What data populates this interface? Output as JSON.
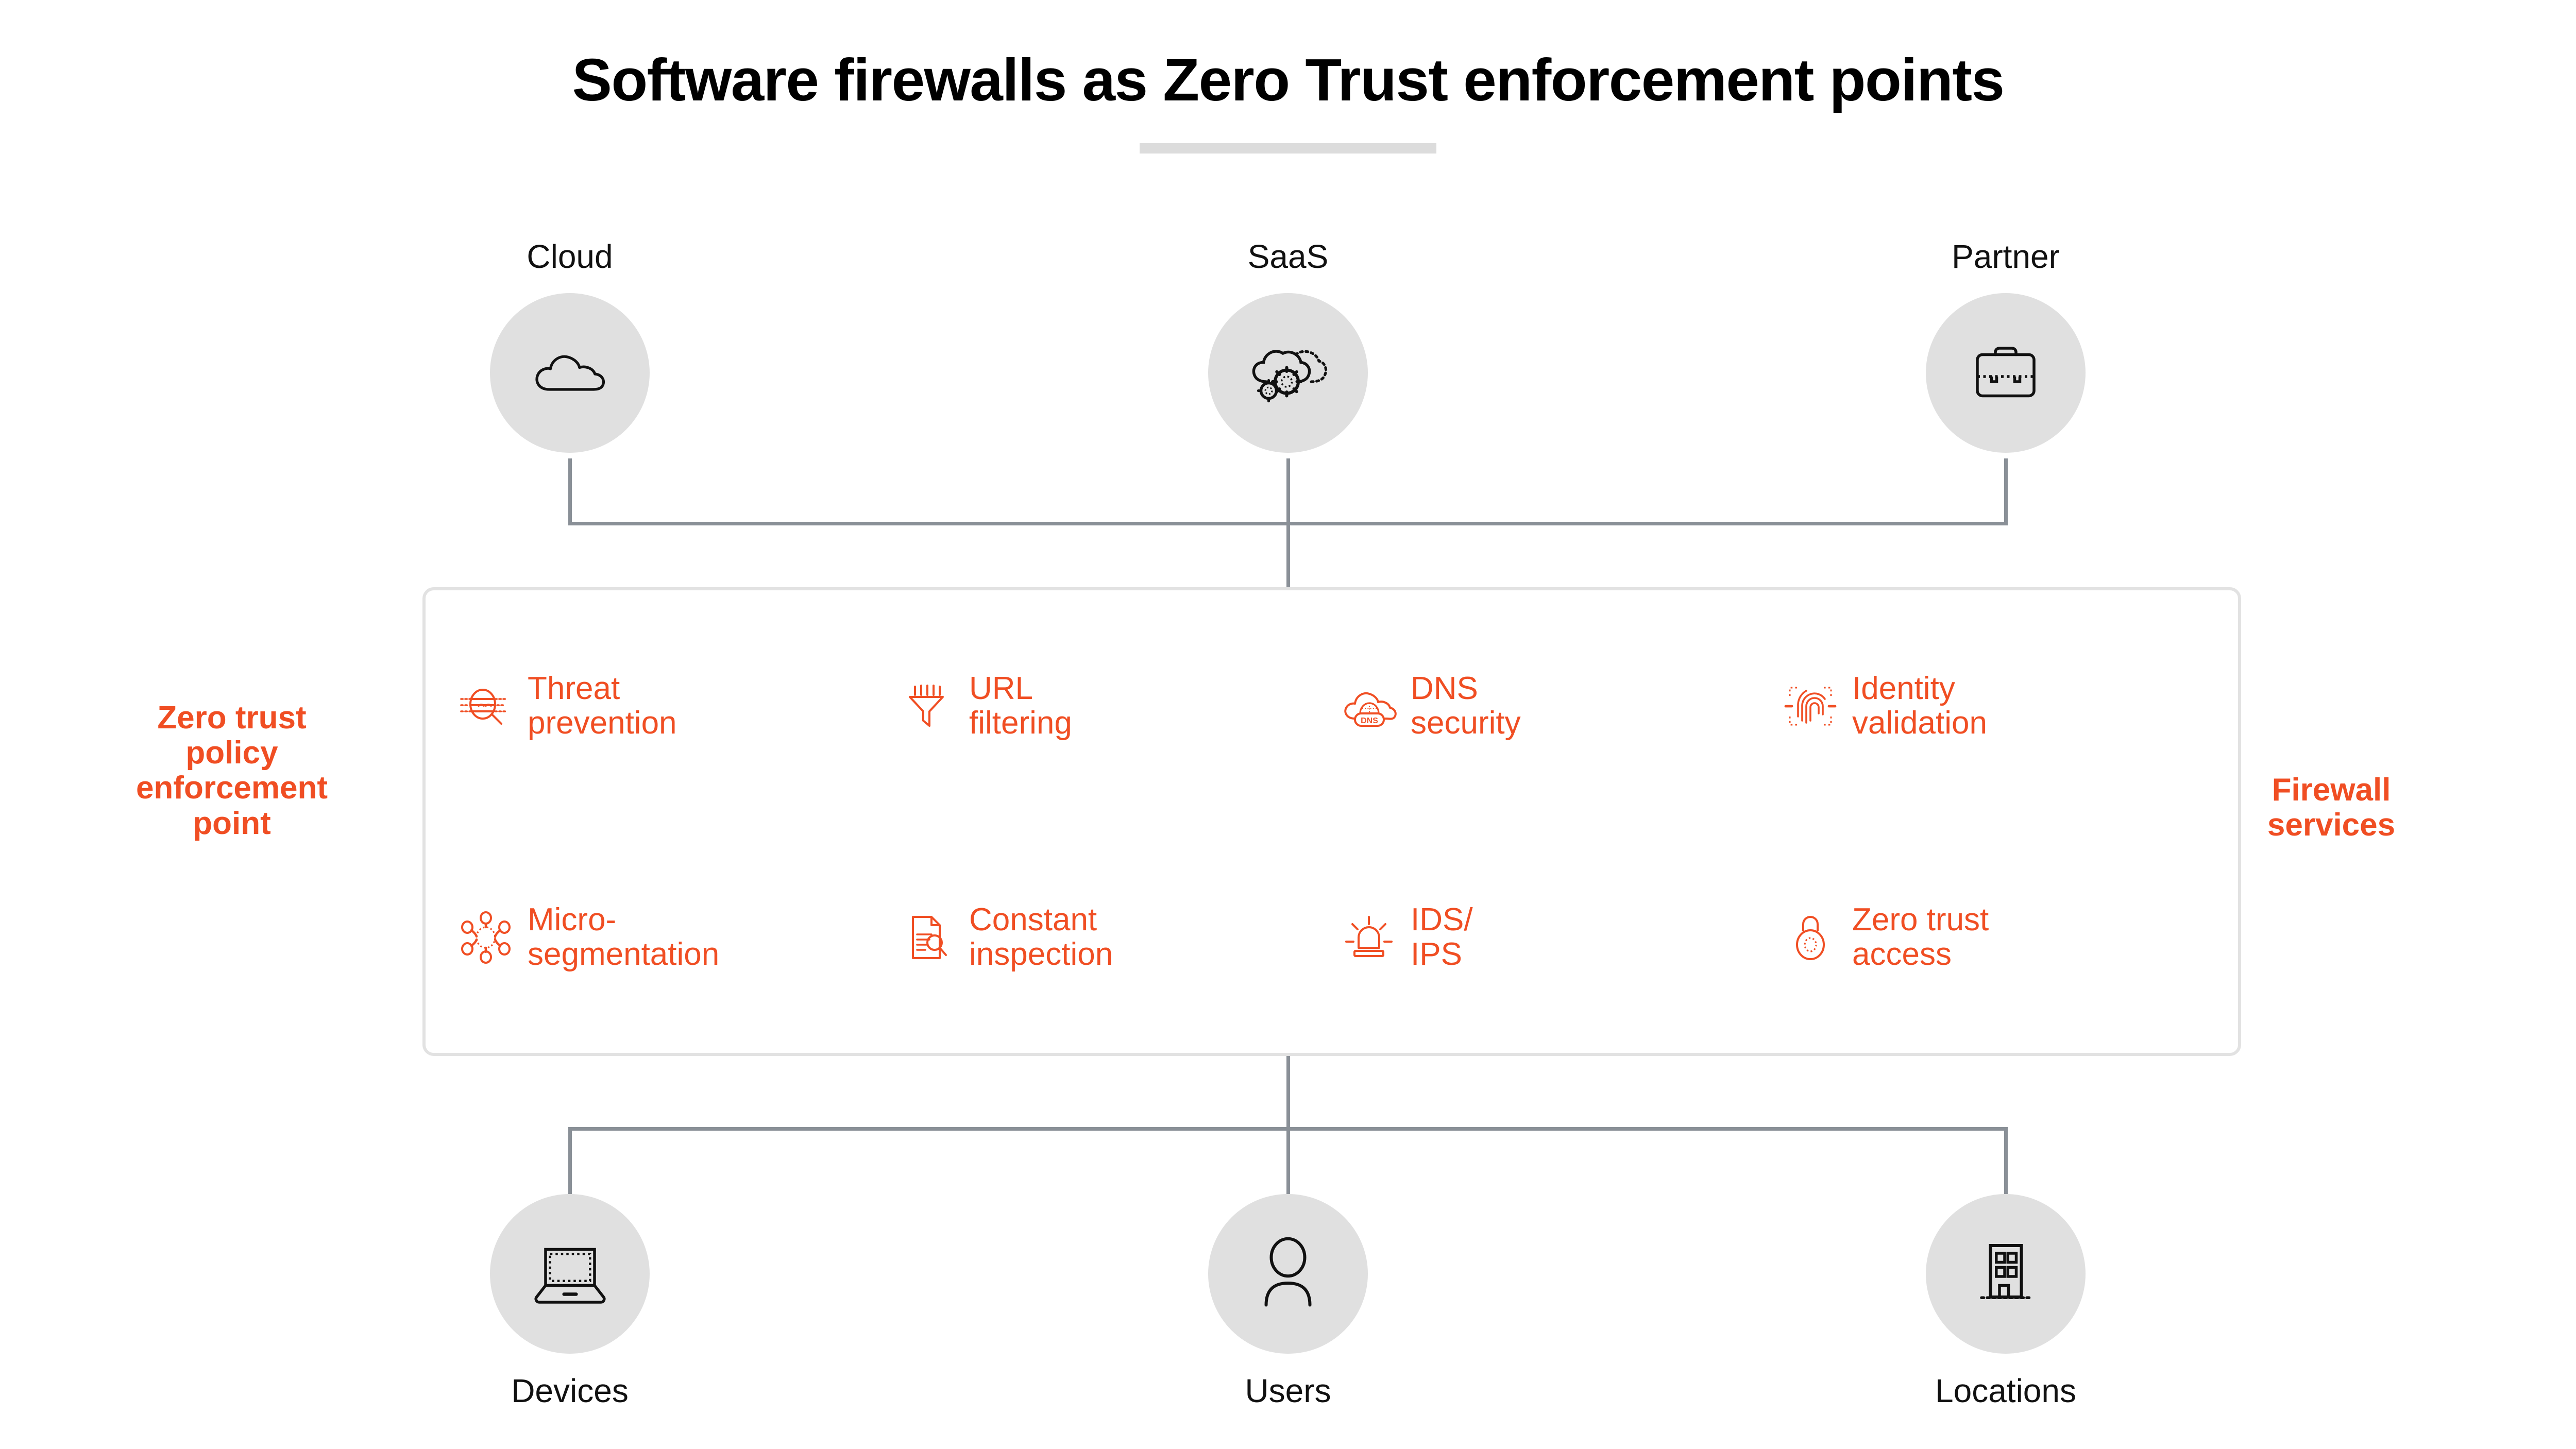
{
  "header": {
    "title": "Software firewalls as Zero Trust enforcement points",
    "accent_bar_color": "#dcdcdc"
  },
  "colors": {
    "accent_orange": "#F04E23",
    "circle_fill": "#e0e0e0",
    "connector_gray": "#8a9097",
    "box_border": "#e2e2e2",
    "text_black": "#111111"
  },
  "top_nodes": [
    {
      "label": "Cloud",
      "icon": "cloud-icon"
    },
    {
      "label": "SaaS",
      "icon": "cloud-gears-icon"
    },
    {
      "label": "Partner",
      "icon": "briefcase-icon"
    }
  ],
  "bottom_nodes": [
    {
      "label": "Devices",
      "icon": "laptop-icon"
    },
    {
      "label": "Users",
      "icon": "person-icon"
    },
    {
      "label": "Locations",
      "icon": "building-icon"
    }
  ],
  "captions": {
    "left": "Zero trust\npolicy\nenforcement\npoint",
    "right": "Firewall\nservices"
  },
  "firewall_services": [
    {
      "label": "Threat\nprevention",
      "icon": "threat-scan-icon"
    },
    {
      "label": "URL\nfiltering",
      "icon": "funnel-icon"
    },
    {
      "label": "DNS\nsecurity",
      "icon": "dns-cloud-icon"
    },
    {
      "label": "Identity\nvalidation",
      "icon": "fingerprint-icon"
    },
    {
      "label": "Micro-\nsegmentation",
      "icon": "network-nodes-icon"
    },
    {
      "label": "Constant\ninspection",
      "icon": "document-search-icon"
    },
    {
      "label": "IDS/\nIPS",
      "icon": "siren-icon"
    },
    {
      "label": "Zero trust\naccess",
      "icon": "padlock-icon"
    }
  ]
}
